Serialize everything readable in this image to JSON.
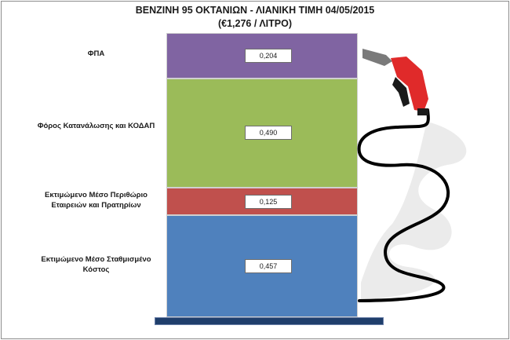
{
  "chart_data": {
    "type": "bar",
    "title": "ΒΕΝΖΙΝΗ 95 ΟΚΤΑΝΙΩΝ - ΛΙΑΝΙΚΗ ΤΙΜΗ 04/05/2015",
    "subtitle": "(€1,276 / ΛΙΤΡΟ)",
    "stacked": true,
    "total": 1.276,
    "segments": [
      {
        "label": "Εκτιμώμενο Μέσο Σταθμισμένο Κόστος",
        "value": 0.457,
        "value_label": "0,457",
        "color": "#4f81bd"
      },
      {
        "label": "Εκτιμώμενο Μέσο Περιθώριο Εταιρειών και Πρατηρίων",
        "value": 0.125,
        "value_label": "0,125",
        "color": "#c0504d"
      },
      {
        "label": "Φόρος Κατανάλωσης και ΚΟΔΑΠ",
        "value": 0.49,
        "value_label": "0,490",
        "color": "#9bbb59"
      },
      {
        "label": "ΦΠΑ",
        "value": 0.204,
        "value_label": "0,204",
        "color": "#8064a2"
      }
    ]
  },
  "decoration": {
    "icon": "fuel-pump-nozzle-icon",
    "nozzle_color": "#e02a2a",
    "hose_color": "#000000"
  }
}
